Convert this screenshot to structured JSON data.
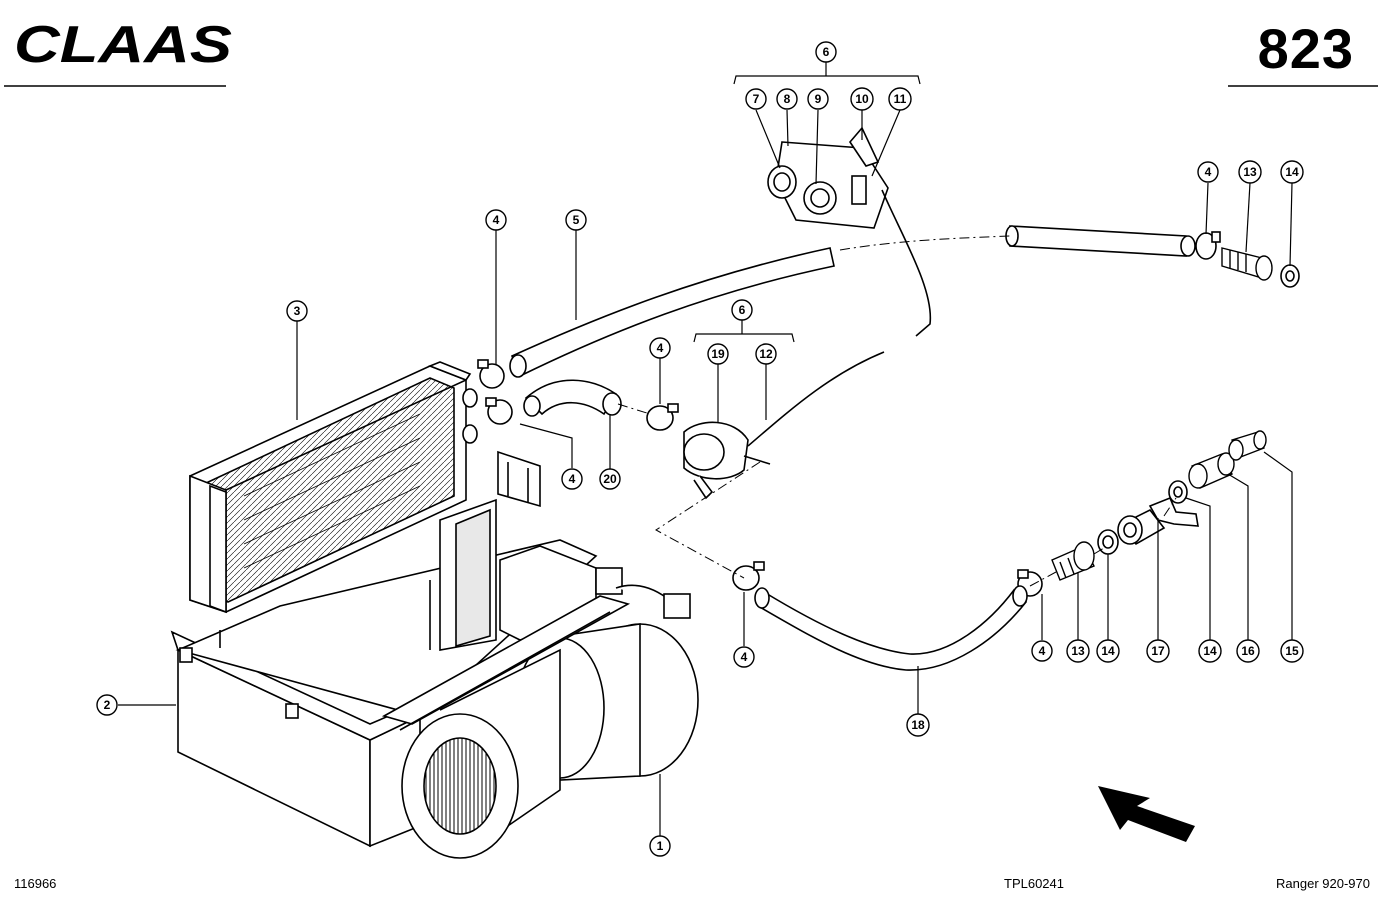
{
  "header": {
    "brand": "CLAAS",
    "page_number": "823"
  },
  "footer": {
    "drawing_number": "116966",
    "plate_code": "TPL60241",
    "model": "Ranger 920-970"
  },
  "callouts": {
    "c1": "1",
    "c2": "2",
    "c3": "3",
    "c4a": "4",
    "c4b": "4",
    "c4c": "4",
    "c4d": "4",
    "c4e": "4",
    "c4f": "4",
    "c5": "5",
    "c6a": "6",
    "c6b": "6",
    "c7": "7",
    "c8": "8",
    "c9": "9",
    "c10": "10",
    "c11": "11",
    "c12": "12",
    "c13a": "13",
    "c13b": "13",
    "c14a": "14",
    "c14b": "14",
    "c14c": "14",
    "c15": "15",
    "c16": "16",
    "c17": "17",
    "c18": "18",
    "c19": "19",
    "c20": "20"
  },
  "colors": {
    "ink": "#000000",
    "paper": "#ffffff",
    "shade": "#d9d9d9"
  }
}
